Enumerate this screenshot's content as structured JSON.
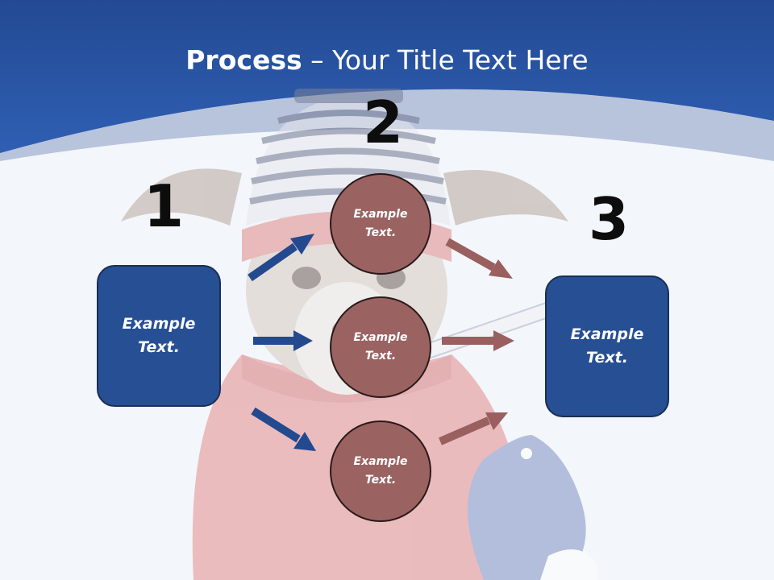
{
  "title": {
    "bold": "Process",
    "rest": " – Your Title Text Here"
  },
  "steps": {
    "one": "1",
    "two": "2",
    "three": "3"
  },
  "left_box": {
    "text": "Example Text."
  },
  "right_box": {
    "text": "Example Text."
  },
  "circles": [
    {
      "text": "Example Text."
    },
    {
      "text": "Example Text."
    },
    {
      "text": "Example Text."
    }
  ],
  "colors": {
    "header_blue": "#2a56a6",
    "box_blue": "#264f94",
    "circle_red": "#9b6262",
    "arrow_blue": "#23498f",
    "arrow_red": "#9a5f5f"
  },
  "icons": {
    "background_photo": "sick-dog-photo-icon"
  }
}
